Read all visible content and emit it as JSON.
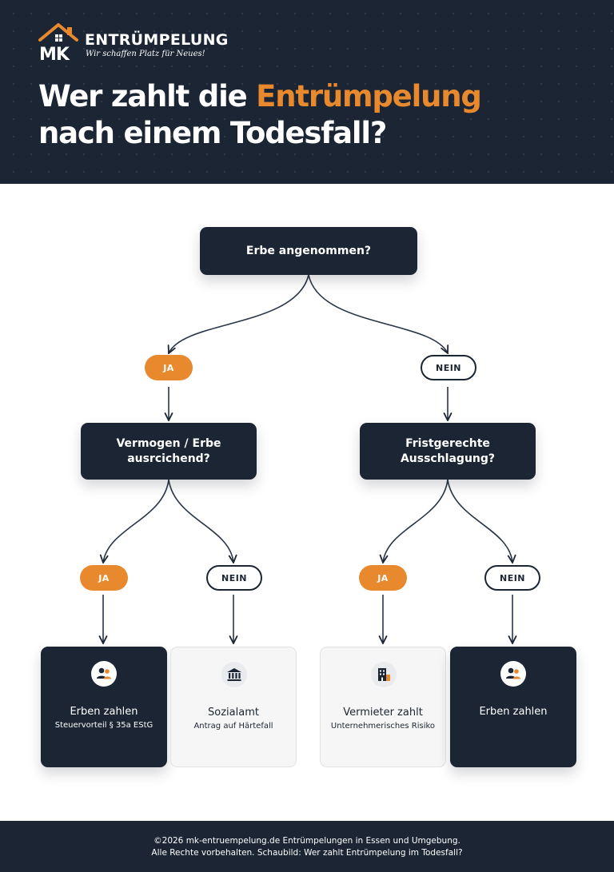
{
  "brand": {
    "logo_initials": "MK",
    "name": "ENTRÜMPELUNG",
    "tagline": "Wir schaffen Platz für Neues!"
  },
  "title": {
    "line1_prefix": "Wer zahlt die ",
    "line1_accent": "Entrümpelung",
    "line2": "nach einem Todesfall?"
  },
  "flow": {
    "root_question": "Erbe angenommen?",
    "level1": {
      "left_label": "JA",
      "right_label": "NEIN"
    },
    "left_question": "Vermogen / Erbe ausrcichend?",
    "right_question": "Fristgerechte Ausschlagung?",
    "level2": {
      "left_yes_label": "JA",
      "left_no_label": "NEIN",
      "right_yes_label": "JA",
      "right_no_label": "NEIN"
    },
    "results": [
      {
        "title": "Erben zahlen",
        "subtitle": "Steuervorteil § 35a EStG",
        "icon": "people-icon",
        "style": "dark"
      },
      {
        "title": "Sozialamt",
        "subtitle": "Antrag auf Härtefall",
        "icon": "bank-icon",
        "style": "light"
      },
      {
        "title": "Vermieter zahlt",
        "subtitle": "Unternehmerisches Risiko",
        "icon": "building-icon",
        "style": "light"
      },
      {
        "title": "Erben zahlen",
        "subtitle": "",
        "icon": "people-icon",
        "style": "dark"
      }
    ]
  },
  "footer": {
    "line1": "©2026 mk-entruempelung.de Entrümpelungen in Essen und Umgebung.",
    "line2": "Alle Rechte vorbehalten. Schaubild: Wer zahlt Entrümpelung im Todesfall?"
  },
  "colors": {
    "navy": "#1b2533",
    "accent": "#e8892e",
    "light_card": "#f6f6f6"
  }
}
